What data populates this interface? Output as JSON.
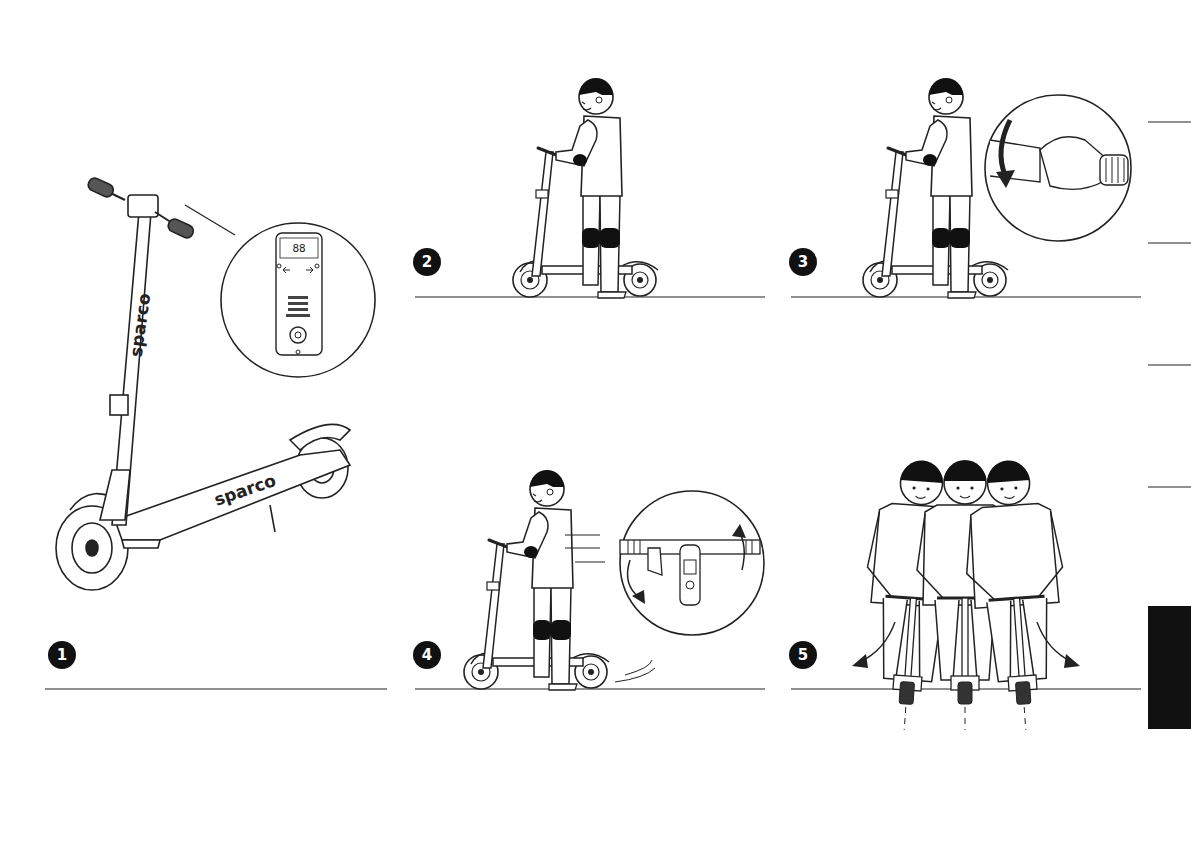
{
  "diagram": {
    "labels": [
      "1",
      "2",
      "3",
      "4",
      "5",
      "sparco",
      "sparco",
      "88"
    ]
  }
}
